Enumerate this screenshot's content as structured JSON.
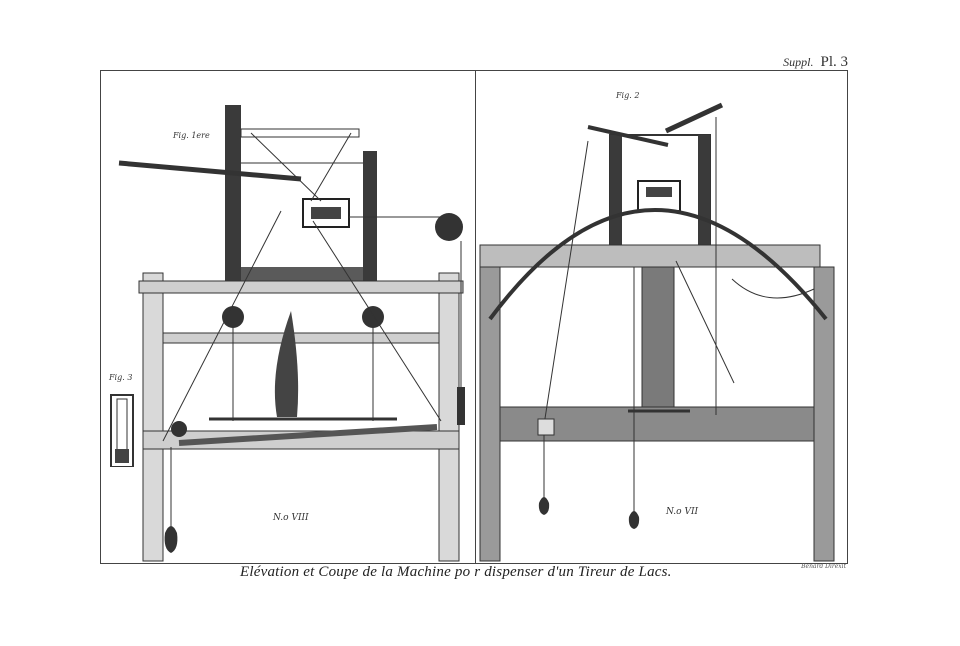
{
  "plate": {
    "series": "Suppl.",
    "number": "Pl. 3"
  },
  "figures": {
    "fig1": "Fig. 1ere",
    "fig2": "Fig. 2",
    "fig3": "Fig. 3"
  },
  "panels": {
    "left_number": "N.o VIII",
    "right_number": "N.o VII"
  },
  "caption": "Elévation et Coupe de la Machine po r dispenser d'un Tireur de Lacs.",
  "engraver": "Benard Direxit",
  "colors": {
    "ink": "#2b2b2b",
    "wood_dark": "#3a3a3a",
    "wood_mid": "#8a8a8a",
    "paper": "#ffffff"
  }
}
